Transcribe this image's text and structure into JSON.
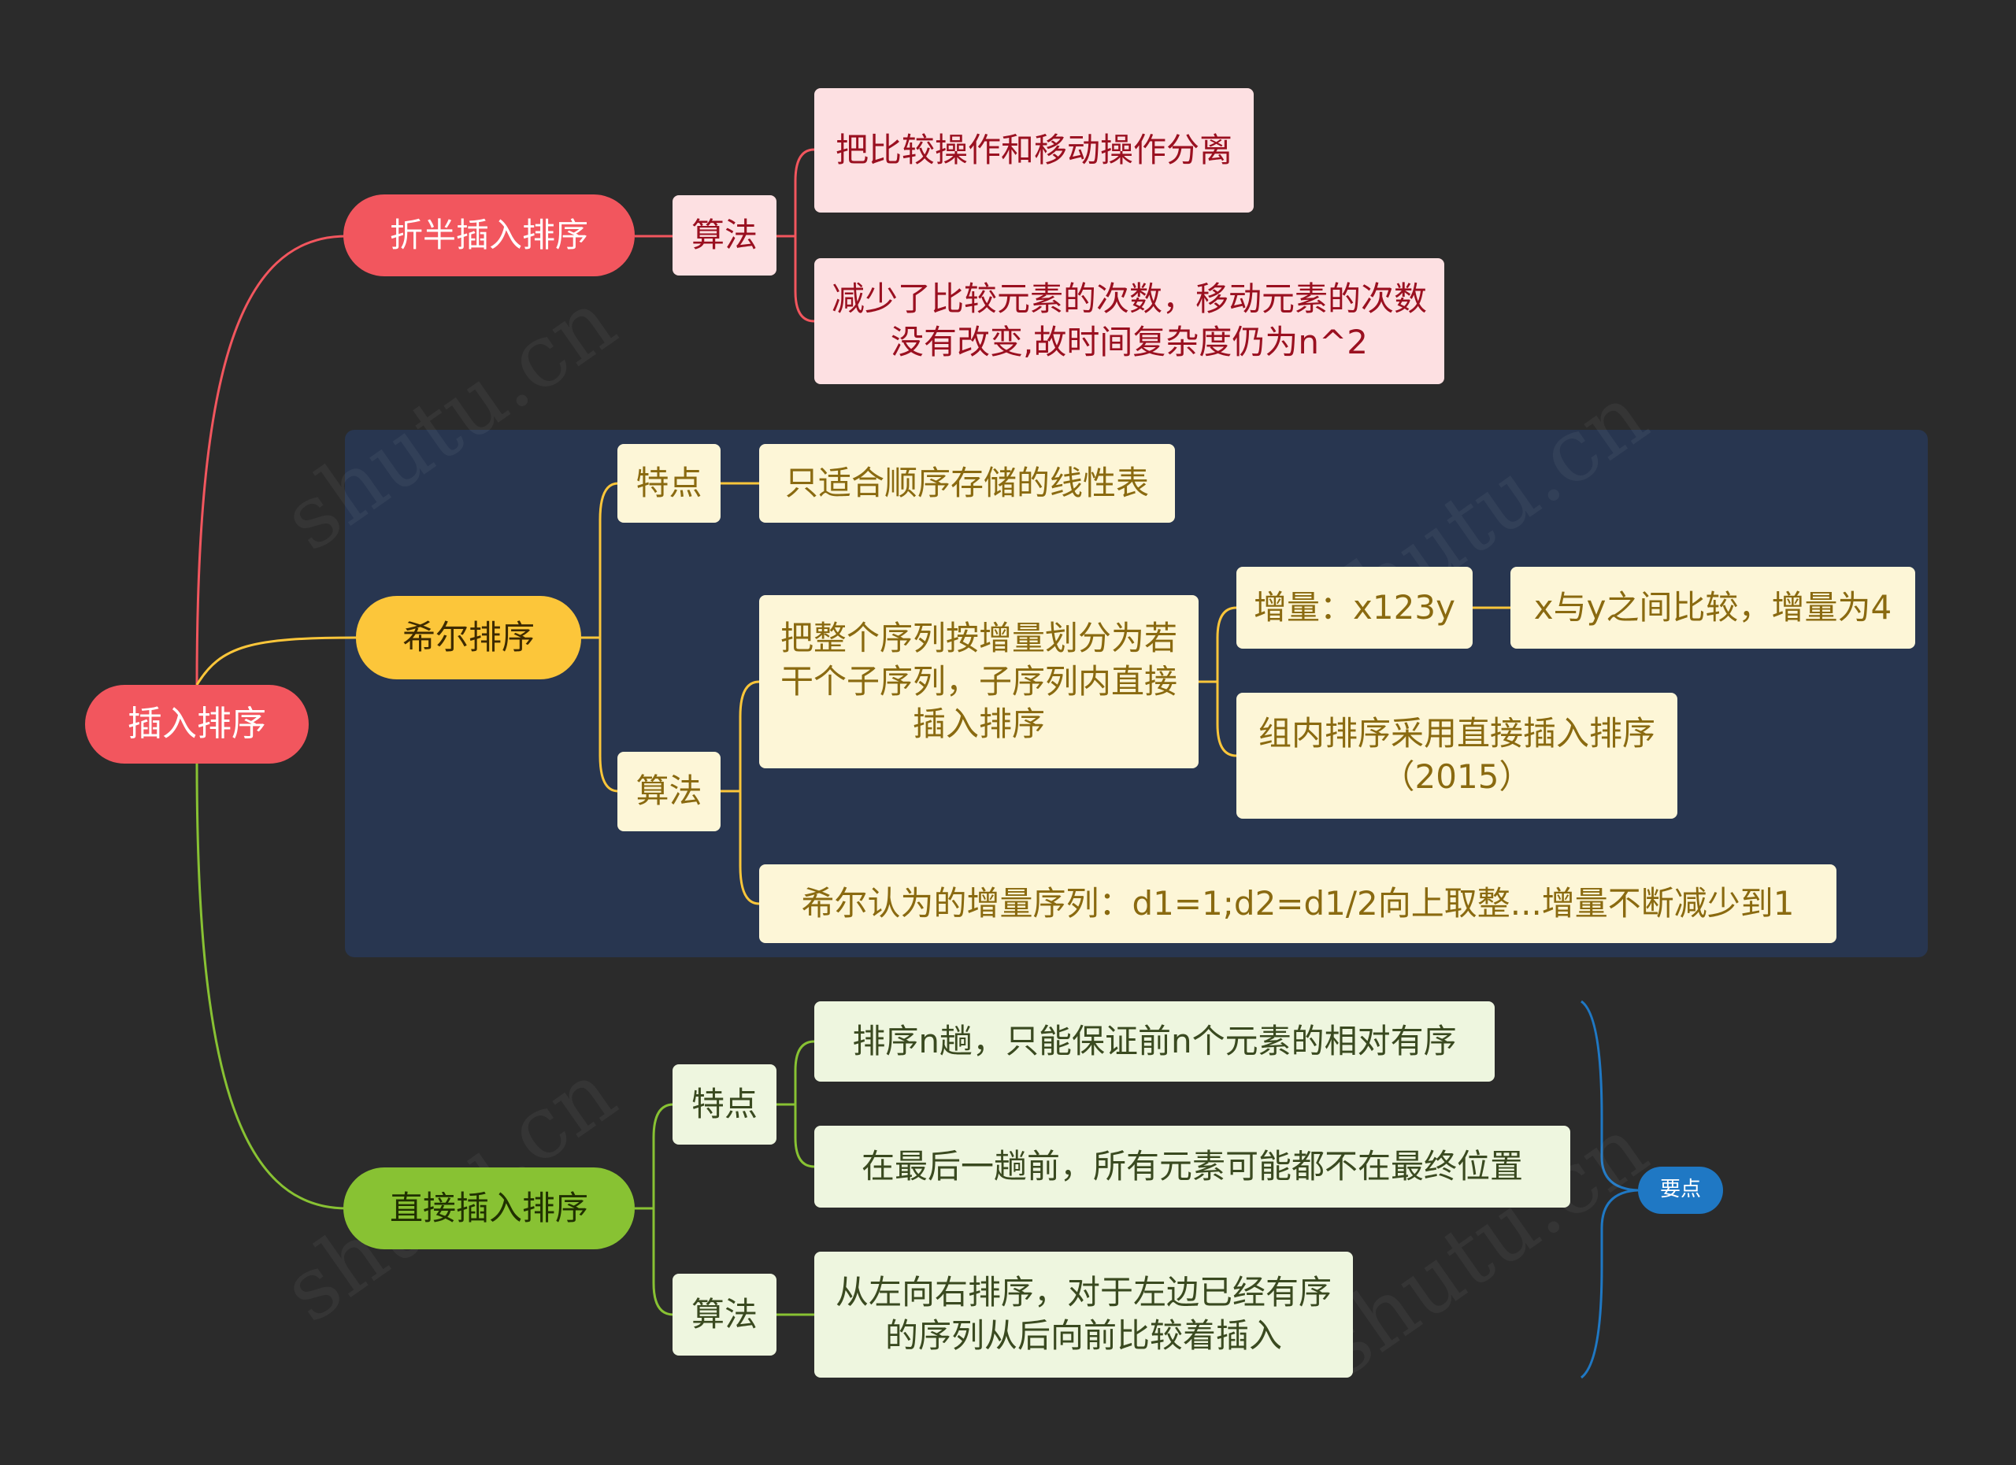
{
  "root": {
    "label": "插入排序"
  },
  "branches": {
    "binary": {
      "label": "折半插入排序",
      "sub": {
        "label": "算法"
      },
      "leaves": [
        "把比较操作和移动操作分离",
        "减少了比较元素的次数，移动元素的次数没有改变,故时间复杂度仍为n^2"
      ]
    },
    "shell": {
      "label": "希尔排序",
      "feature": {
        "label": "特点",
        "leaf": "只适合顺序存储的线性表"
      },
      "algorithm": {
        "label": "算法",
        "step": "把整个序列按增量划分为若干个子序列，子序列内直接插入排序",
        "increment": "增量：x123y",
        "compare": "x与y之间比较，增量为4",
        "inner": "组内排序采用直接插入排序（2015）",
        "sequence": "希尔认为的增量序列：d1=1;d2=d1/2向上取整...增量不断减少到1"
      }
    },
    "direct": {
      "label": "直接插入排序",
      "feature": {
        "label": "特点",
        "leaves": [
          "排序n趟，只能保证前n个元素的相对有序",
          "在最后一趟前，所有元素可能都不在最终位置"
        ]
      },
      "algorithm": {
        "label": "算法",
        "leaf": "从左向右排序，对于左边已经有序的序列从后向前比较着插入"
      }
    }
  },
  "summary": {
    "label": "要点"
  },
  "colors": {
    "background": "#2b2b2b",
    "red": "#f2565e",
    "yellow": "#fcc63a",
    "green": "#88c233",
    "blue": "#1f78c4",
    "panel": "#283650"
  }
}
